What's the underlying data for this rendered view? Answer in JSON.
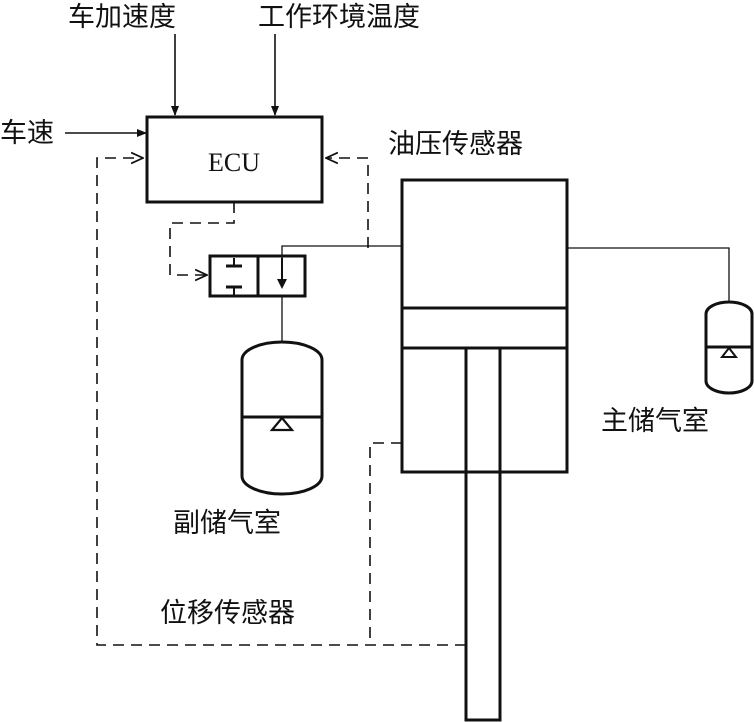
{
  "labels": {
    "vehicle_acceleration": "车加速度",
    "working_temperature": "工作环境温度",
    "vehicle_speed": "车速",
    "ecu": "ECU",
    "oil_pressure_sensor": "油压传感器",
    "main_accumulator": "主储气室",
    "auxiliary_accumulator": "副储气室",
    "displacement_sensor": "位移传感器"
  }
}
